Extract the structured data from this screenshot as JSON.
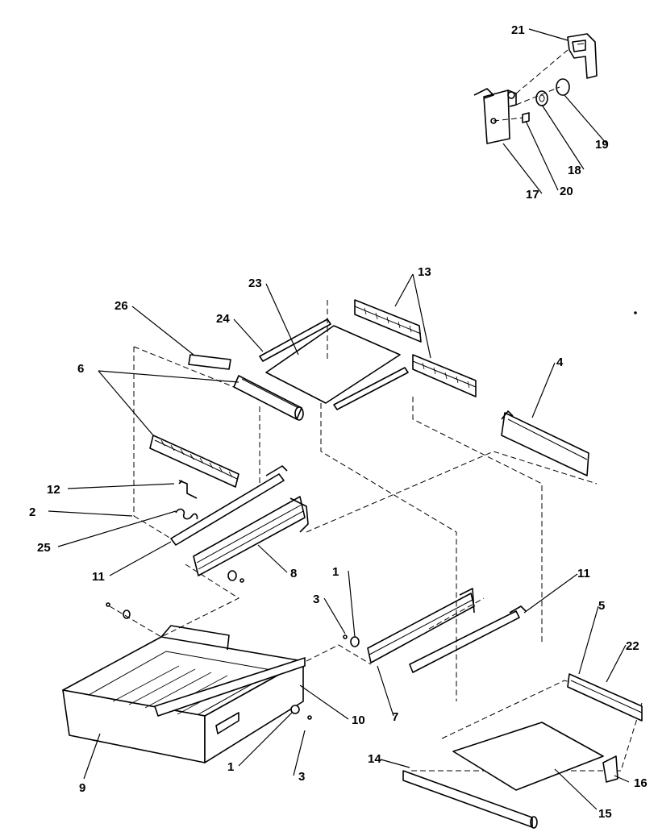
{
  "diagram": {
    "type": "exploded-parts-diagram",
    "callouts": {
      "c1a": "1",
      "c1b": "1",
      "c2": "2",
      "c3a": "3",
      "c3b": "3",
      "c4": "4",
      "c5": "5",
      "c6": "6",
      "c7": "7",
      "c8": "8",
      "c9": "9",
      "c10": "10",
      "c11a": "11",
      "c11b": "11",
      "c12": "12",
      "c13": "13",
      "c14": "14",
      "c15": "15",
      "c16": "16",
      "c17": "17",
      "c18": "18",
      "c19": "19",
      "c20": "20",
      "c21": "21",
      "c22": "22",
      "c23": "23",
      "c24": "24",
      "c25": "25",
      "c26": "26"
    }
  }
}
